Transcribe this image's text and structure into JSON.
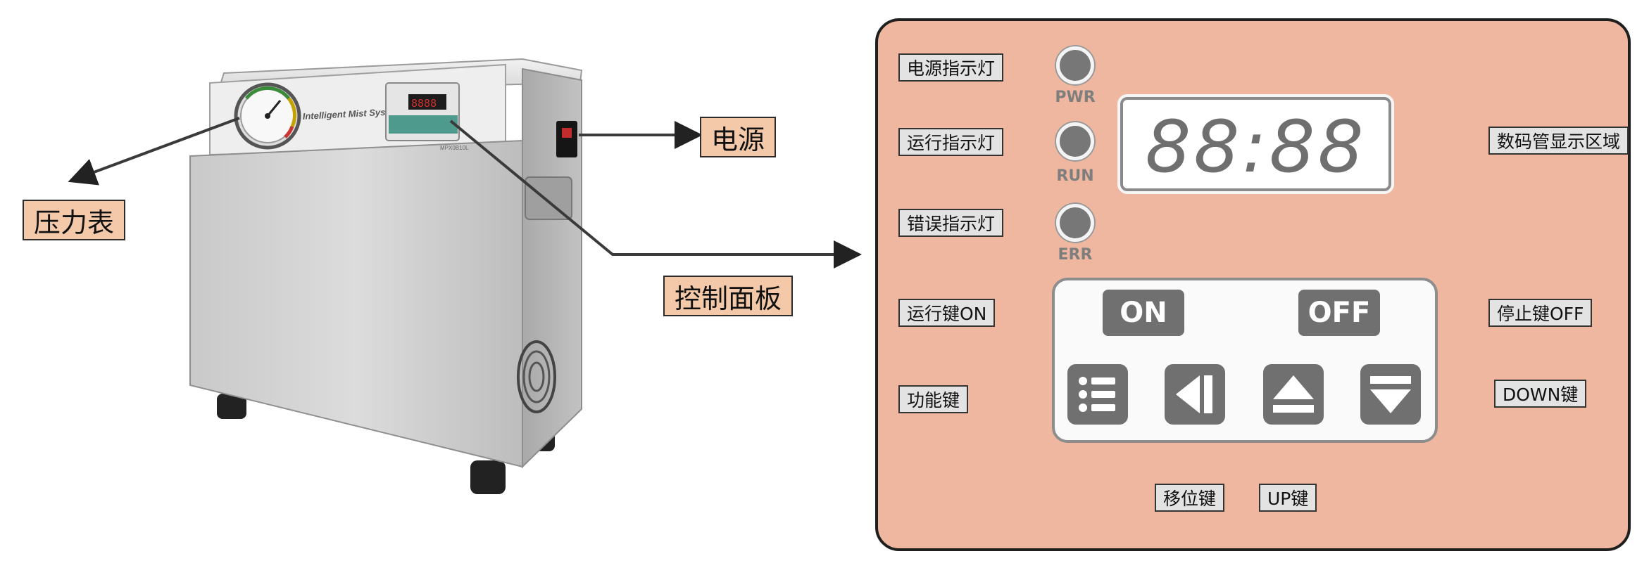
{
  "machine": {
    "brand_text": "Intelligent Mist System",
    "model_text": "MPX0B10L",
    "led_digits": "8888"
  },
  "callouts_left": {
    "pressure_gauge": "压力表",
    "power": "电源",
    "control_panel": "控制面板"
  },
  "panel": {
    "indicators": [
      {
        "label": "电源指示灯",
        "caption": "PWR"
      },
      {
        "label": "运行指示灯",
        "caption": "RUN"
      },
      {
        "label": "错误指示灯",
        "caption": "ERR"
      }
    ],
    "display": {
      "digits": "88:88",
      "label": "数码管显示区域"
    },
    "keys": {
      "on": {
        "text": "ON",
        "label": "运行键ON"
      },
      "off": {
        "text": "OFF",
        "label": "停止键OFF"
      },
      "function": {
        "label": "功能键",
        "icon": "list-icon"
      },
      "shift": {
        "label": "移位键",
        "icon": "shift-left-icon"
      },
      "up": {
        "label": "UP键",
        "icon": "up-arrow-icon"
      },
      "down": {
        "label": "DOWN键",
        "icon": "down-arrow-icon"
      }
    }
  },
  "colors": {
    "panel_bg": "#f0b7a0",
    "callout_bg": "#f3c9aa",
    "key_gray": "#707070",
    "led_gray": "#7a7a7a"
  }
}
